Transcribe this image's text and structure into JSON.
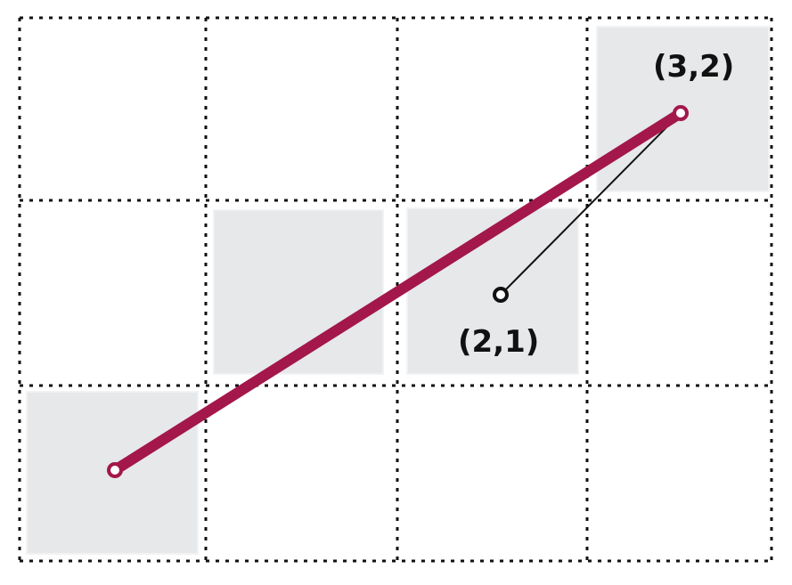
{
  "diagram": {
    "grid": {
      "columns": 4,
      "rows": 3
    },
    "shaded_cells": [
      {
        "col": 0,
        "row": 0
      },
      {
        "col": 1,
        "row": 1
      },
      {
        "col": 2,
        "row": 1
      },
      {
        "col": 3,
        "row": 2
      }
    ],
    "line_segment": {
      "from": [
        0.5,
        0.5
      ],
      "to": [
        3.5,
        2.5
      ],
      "color": "#a3174a"
    },
    "highlight_point": {
      "position": [
        3.5,
        2.5
      ],
      "label": "(3,2)"
    },
    "reference_point": {
      "position": [
        2.5,
        1.5
      ],
      "label": "(2,1)"
    },
    "colors": {
      "shade": "#e6e8ea",
      "grid": "#111111",
      "line": "#a3174a",
      "reference": "#111111"
    }
  }
}
